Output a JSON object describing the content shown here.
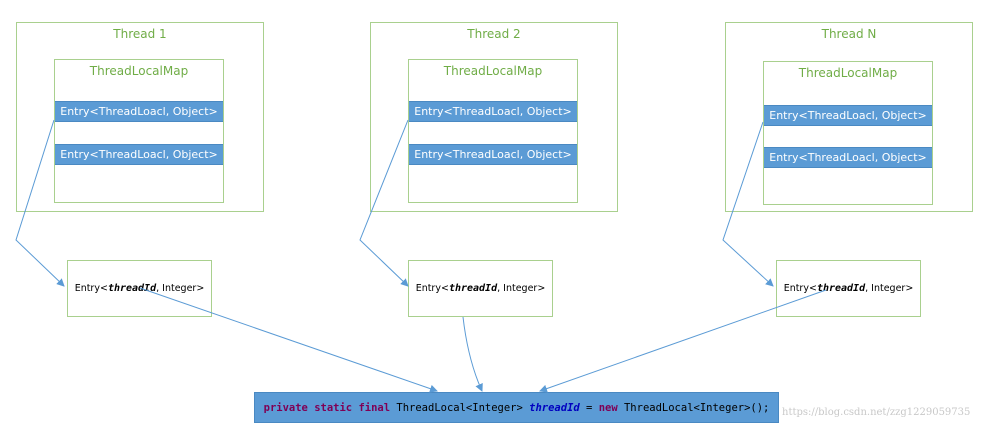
{
  "threads": [
    {
      "title": "Thread 1",
      "map_title": "ThreadLocalMap",
      "entries": [
        "Entry<ThreadLoacl, Object>",
        "Entry<ThreadLoacl, Object>"
      ],
      "value_entry": {
        "prefix": "Entry<",
        "key": "threadId",
        "suffix": " , Integer>"
      }
    },
    {
      "title": "Thread 2",
      "map_title": "ThreadLocalMap",
      "entries": [
        "Entry<ThreadLoacl, Object>",
        "Entry<ThreadLoacl, Object>"
      ],
      "value_entry": {
        "prefix": "Entry<",
        "key": "threadId",
        "suffix": " , Integer>"
      }
    },
    {
      "title": "Thread N",
      "map_title": "ThreadLocalMap",
      "entries": [
        "Entry<ThreadLoacl, Object>",
        "Entry<ThreadLoacl, Object>"
      ],
      "value_entry": {
        "prefix": "Entry<",
        "key": "threadId",
        "suffix": " , Integer>"
      }
    }
  ],
  "code": {
    "kw1": "private static final",
    "type1": " ThreadLocal<Integer> ",
    "var": "threadId",
    "eq": " = ",
    "kw2": "new",
    "type2": " ThreadLocal<Integer>();"
  },
  "watermark": "https://blog.csdn.net/zzg1229059735",
  "colors": {
    "thread_border": "#a9d08e",
    "title_text": "#70ad47",
    "entry_fill": "#5b9bd5",
    "arrow": "#5b9bd5"
  }
}
